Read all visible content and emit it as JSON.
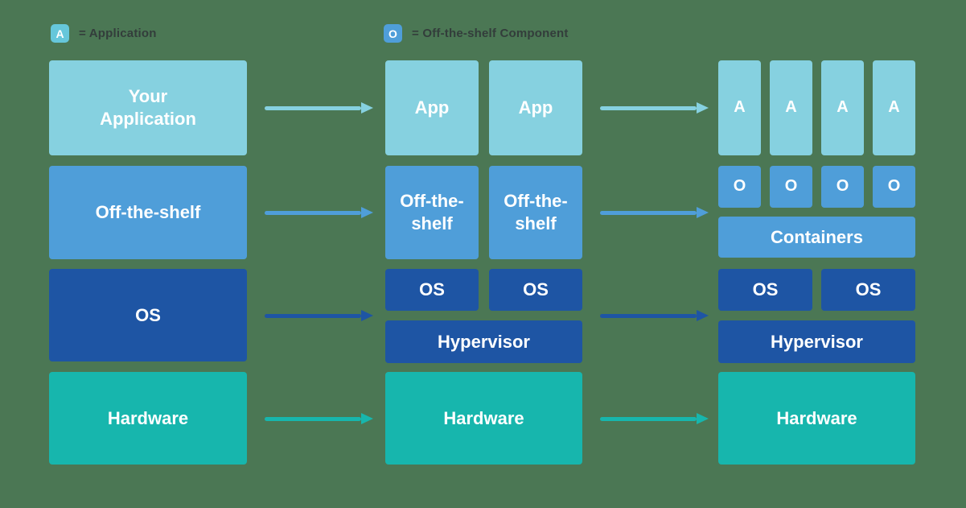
{
  "colors": {
    "background": "#4b7754",
    "light-blue": "#86d1e0",
    "mid-blue": "#4f9ed9",
    "dark-blue": "#1e55a4",
    "teal": "#17b6ad",
    "badge-light": "#66c7db",
    "badge-mid": "#4f9ed9",
    "legend-text": "#333d3b",
    "block-text": "#ffffff"
  },
  "legend": {
    "items": [
      {
        "symbol": "A",
        "label": "= Application"
      },
      {
        "symbol": "O",
        "label": "= Off-the-shelf Component"
      }
    ]
  },
  "diagram": {
    "traditional": {
      "blocks": [
        "Your\nApplication",
        "Off-the-shelf",
        "OS",
        "Hardware"
      ]
    },
    "virtualized": {
      "apps": [
        "App",
        "App"
      ],
      "off_the_shelf": [
        "Off-the-shelf",
        "Off-the-shelf"
      ],
      "os": [
        "OS",
        "OS"
      ],
      "hypervisor": "Hypervisor",
      "hardware": "Hardware"
    },
    "containerized": {
      "app_units": [
        "A",
        "A",
        "A",
        "A"
      ],
      "ots_units": [
        "O",
        "O",
        "O",
        "O"
      ],
      "containers": "Containers",
      "os": [
        "OS",
        "OS"
      ],
      "hypervisor": "Hypervisor",
      "hardware": "Hardware"
    }
  }
}
